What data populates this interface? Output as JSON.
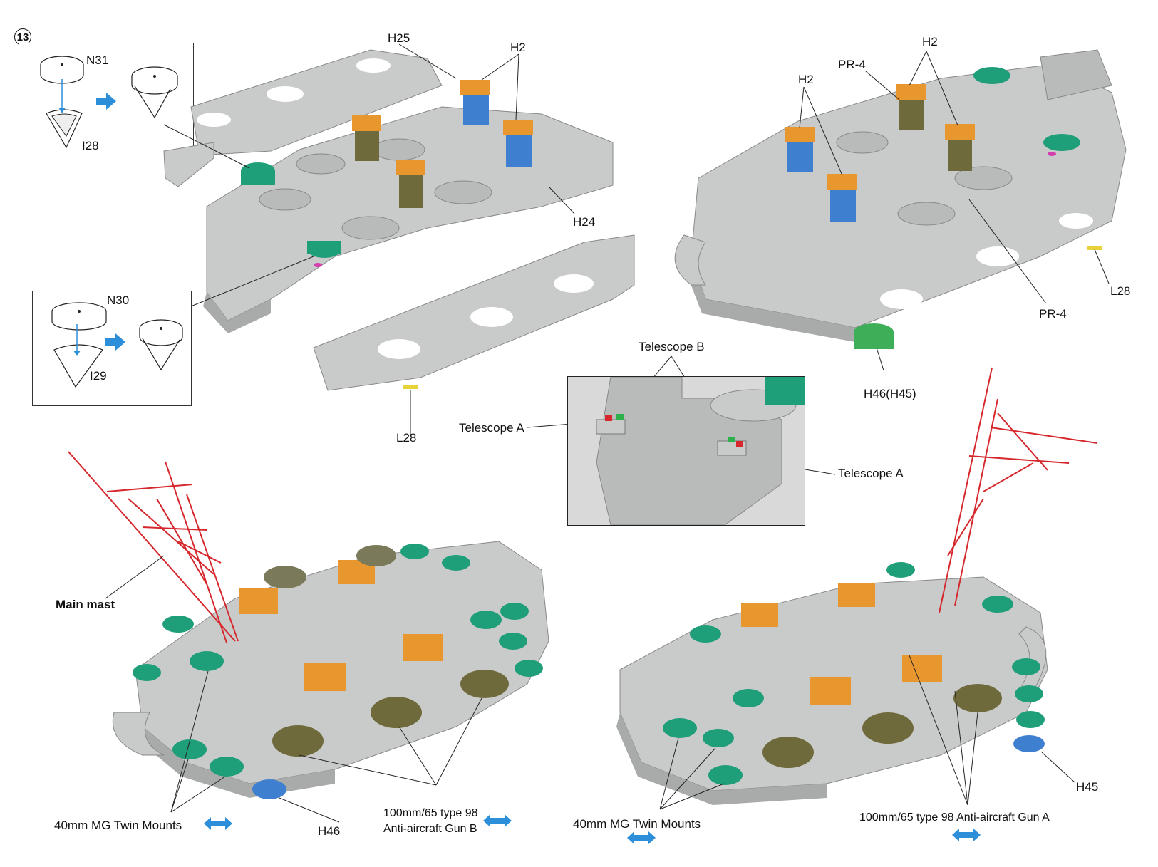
{
  "step": {
    "number": "13"
  },
  "detail_boxes": [
    {
      "top_part": "N31",
      "bottom_part": "I28"
    },
    {
      "top_part": "N30",
      "bottom_part": "I29"
    }
  ],
  "callouts": {
    "top_left": {
      "h25": "H25",
      "h2": "H2",
      "h24": "H24",
      "l28": "L28"
    },
    "top_right": {
      "h2_left": "H2",
      "h2_right": "H2",
      "pr4_top": "PR-4",
      "pr4_bottom": "PR-4",
      "l28": "L28",
      "h46_h45": "H46(H45)"
    },
    "inset": {
      "telescope_b": "Telescope B",
      "telescope_a_left": "Telescope A",
      "telescope_a_right": "Telescope A"
    },
    "bottom_left": {
      "main_mast": "Main mast",
      "mg_mounts": "40mm MG Twin Mounts",
      "h46": "H46",
      "gun_b_line1": "100mm/65 type 98",
      "gun_b_line2": "Anti-aircraft Gun B"
    },
    "bottom_right": {
      "mg_mounts": "40mm MG Twin Mounts",
      "gun_a": "100mm/65 type 98 Anti-aircraft Gun A",
      "h45": "H45"
    }
  },
  "colors": {
    "deck": "#c9cbca",
    "deck_dark": "#a9abaa",
    "mg_green": "#1f9e7a",
    "gun_orange": "#e8962e",
    "shaft_blue": "#3f7fd0",
    "olive": "#6f6a3c",
    "mast_red": "#d6272c",
    "arrow_blue": "#2d8fd9",
    "pink": "#d43fb0",
    "label_yellow": "#e8d23a"
  }
}
